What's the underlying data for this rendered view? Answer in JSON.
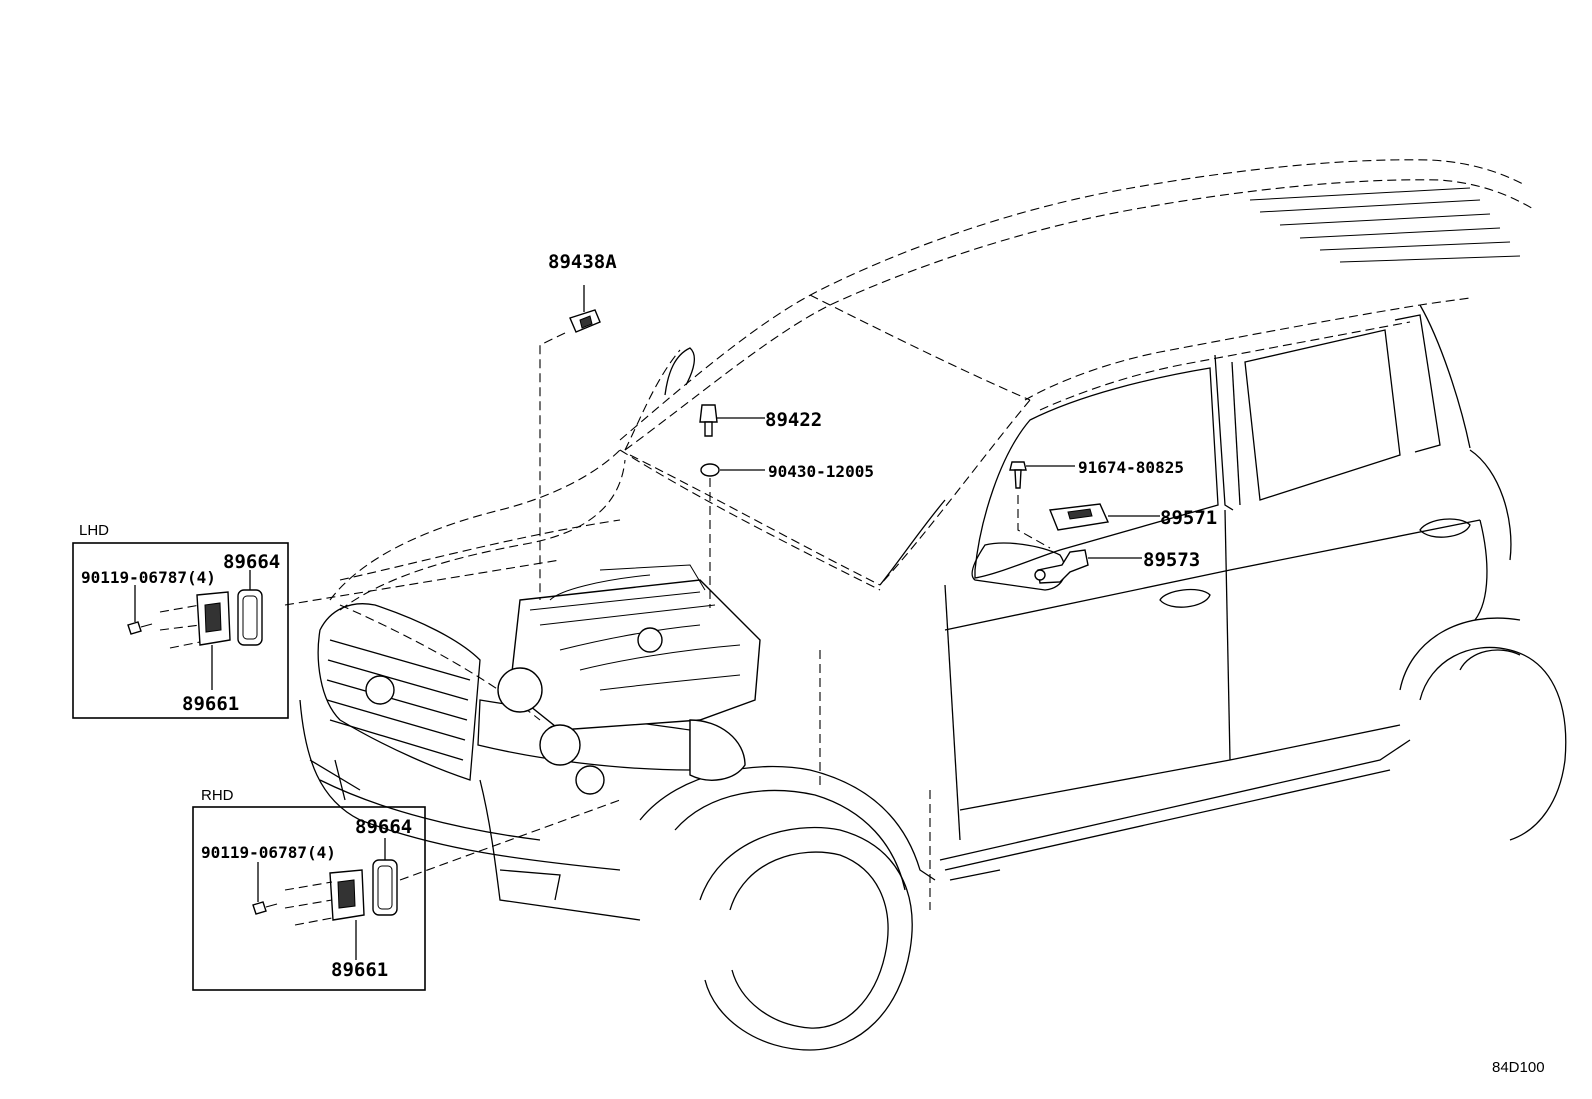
{
  "diagram": {
    "drawing_code": "84D100",
    "sections": {
      "lhd": {
        "title": "LHD",
        "bolt": "90119-06787(4)",
        "grommet": "89664",
        "bracket": "89661"
      },
      "rhd": {
        "title": "RHD",
        "bolt": "90119-06787(4)",
        "grommet": "89664",
        "bracket": "89661"
      }
    },
    "parts": {
      "p89438a": "89438A",
      "p89422": "89422",
      "p90430": "90430-12005",
      "p91674": "91674-80825",
      "p89571": "89571",
      "p89573": "89573"
    }
  }
}
